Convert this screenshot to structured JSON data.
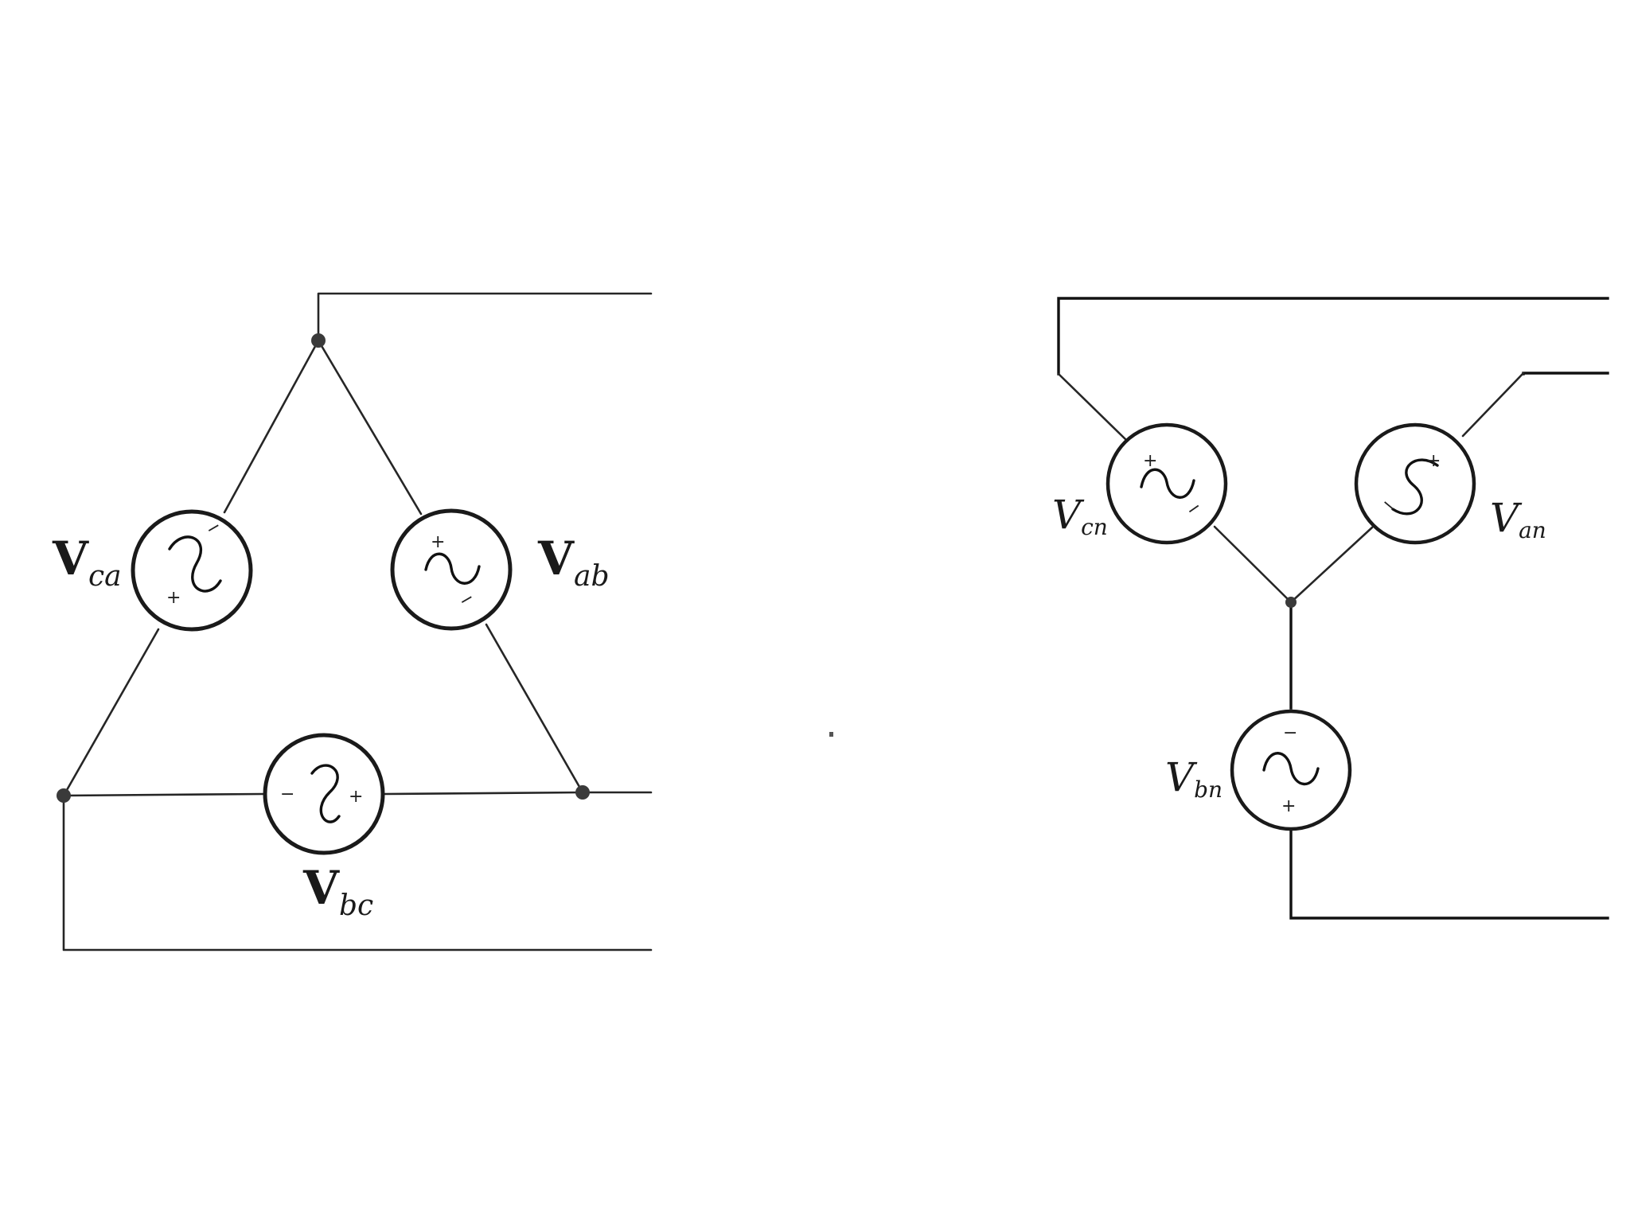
{
  "delta": {
    "v_ca": {
      "main": "V",
      "sub": "ca"
    },
    "v_ab": {
      "main": "V",
      "sub": "ab"
    },
    "v_bc": {
      "main": "V",
      "sub": "bc"
    }
  },
  "wye": {
    "v_cn": {
      "main": "V",
      "sub": "cn"
    },
    "v_an": {
      "main": "V",
      "sub": "an"
    },
    "v_bn": {
      "main": "V",
      "sub": "bn"
    }
  },
  "polarity": {
    "plus": "+",
    "minus": "−"
  },
  "colors": {
    "ink": "#1a1a1a",
    "background": "#ffffff"
  }
}
